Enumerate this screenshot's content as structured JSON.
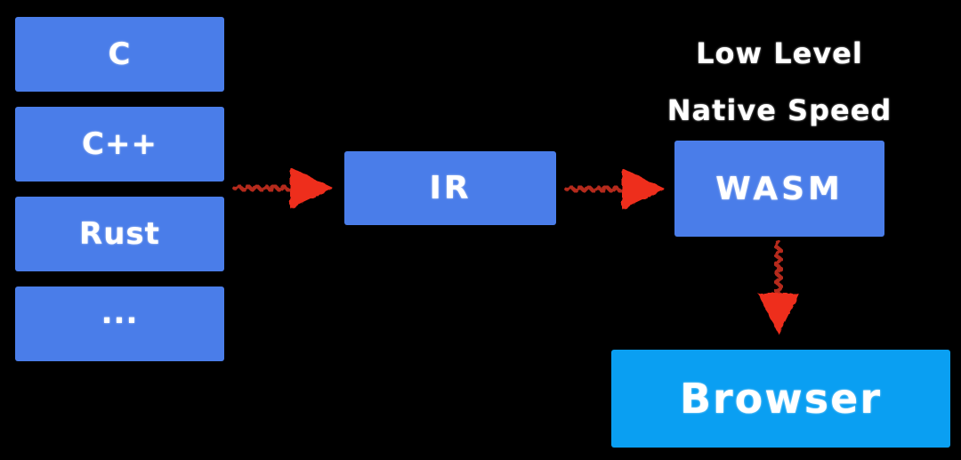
{
  "colors": {
    "background": "#000000",
    "box-blue": "#4a7de9",
    "box-cyan": "#0a9ff2",
    "arrow-red": "#ee2d1a",
    "arrow-line-red": "#b52a1c",
    "label-white": "#ffffff"
  },
  "languages": [
    {
      "label": "C"
    },
    {
      "label": "C++"
    },
    {
      "label": "Rust"
    },
    {
      "label": "..."
    }
  ],
  "ir": {
    "label": "IR"
  },
  "wasm": {
    "label": "WASM",
    "annotation": {
      "line1": "Low Level",
      "line2": "Native Speed"
    }
  },
  "browser": {
    "label": "Browser"
  },
  "icons": {
    "langs_to_ir": "arrow-right-icon",
    "ir_to_wasm": "arrow-right-icon",
    "wasm_to_browser": "arrow-down-icon"
  }
}
